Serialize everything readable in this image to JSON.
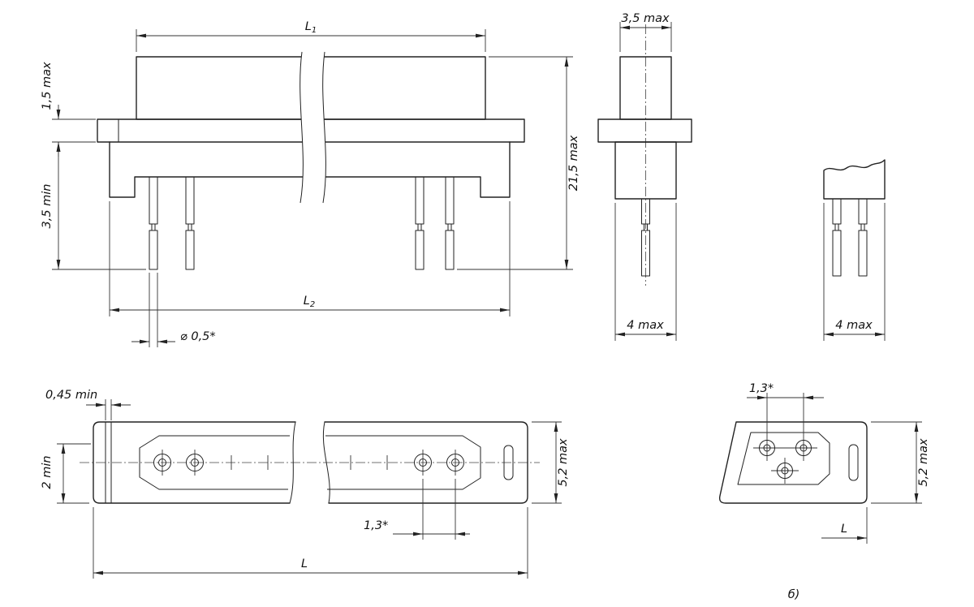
{
  "drawing": {
    "background": "#ffffff",
    "line_color": "#222222",
    "caption": "б)",
    "side_view": {
      "dim_L1_base": "L",
      "dim_L1_sub": "1",
      "dim_L2_base": "L",
      "dim_L2_sub": "2",
      "dim_flange_thickness": "1,5 max",
      "dim_pin_length": "3,5 min",
      "dim_total_height": "21,5 max",
      "dim_pin_diameter": "⌀ 0,5*"
    },
    "end_view": {
      "dim_top_width": "3,5 max",
      "dim_bottom_width": "4 max"
    },
    "partial_view": {
      "dim_bottom_width": "4 max"
    },
    "plan_view": {
      "dim_wall": "0,45 min",
      "dim_edge_offset": "2 min",
      "dim_height": "5,2 max",
      "dim_contact_pitch": "1,3*",
      "dim_length": "L"
    },
    "small_plan_view": {
      "dim_contact_pitch": "1,3*",
      "dim_height": "5,2 max",
      "dim_length": "L"
    }
  }
}
